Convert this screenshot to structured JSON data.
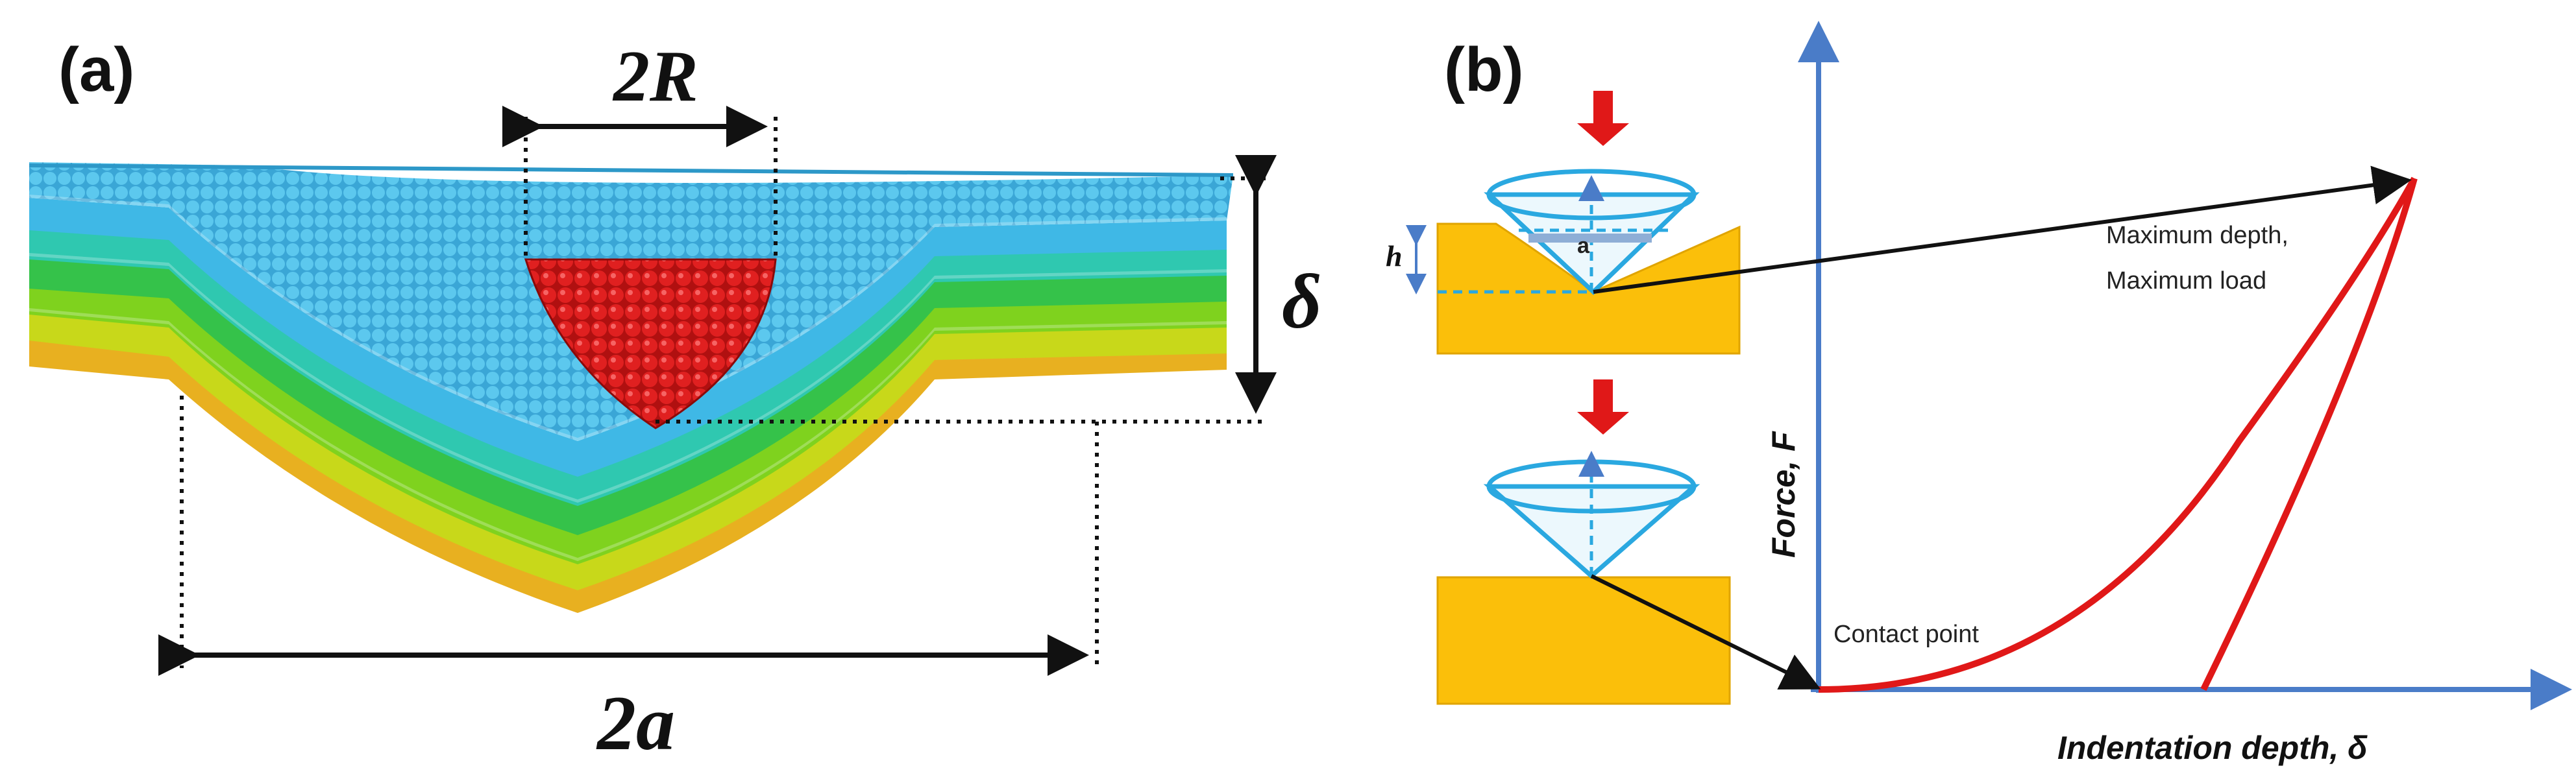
{
  "panel_a": {
    "label": "(a)",
    "dim_2R": "2R",
    "dim_delta": "δ",
    "dim_2a": "2a",
    "colors": {
      "sheet_top": "#3fb8e6",
      "sheet_layer_2": "#2fc8b0",
      "sheet_layer_3": "#35c24a",
      "sheet_layer_4": "#7fd21e",
      "sheet_layer_5": "#c8d81a",
      "sheet_bottom": "#e8b020",
      "indenter": "#d81818"
    }
  },
  "panel_b": {
    "label": "(b)",
    "h_label": "h",
    "a_label": "a",
    "annotation_max": [
      "Maximum depth,",
      "Maximum load"
    ],
    "annotation_contact": "Contact point",
    "y_axis_label": "Force, F",
    "x_axis_label": "Indentation depth, δ",
    "colors": {
      "substrate": "#fbbf0a",
      "indenter_outline": "#2aa8e0",
      "arrow_red": "#e01818",
      "axis_blue": "#4a7cc8",
      "curve_red": "#e01818"
    }
  }
}
